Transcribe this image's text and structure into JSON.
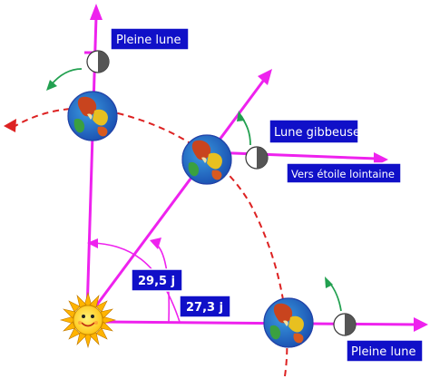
{
  "labels": {
    "full_moon_top": "Pleine lune",
    "gibbous_moon": "Lune gibbeuse",
    "distant_star": "Vers étoile lointaine",
    "full_moon_bottom": "Pleine lune",
    "synodic_period": "29,5 j",
    "sidereal_period": "27,3 j"
  },
  "icons": [
    "sun-icon",
    "earth-icon",
    "moon-icon",
    "rotation-arrow-icon"
  ],
  "colors": {
    "axis": "#ee22ee",
    "orbit": "#dd2222",
    "label_background": "#1010c8",
    "label_text": "#ffffff",
    "rotation_arrow": "#22a050",
    "sun": "#ffd21a"
  }
}
